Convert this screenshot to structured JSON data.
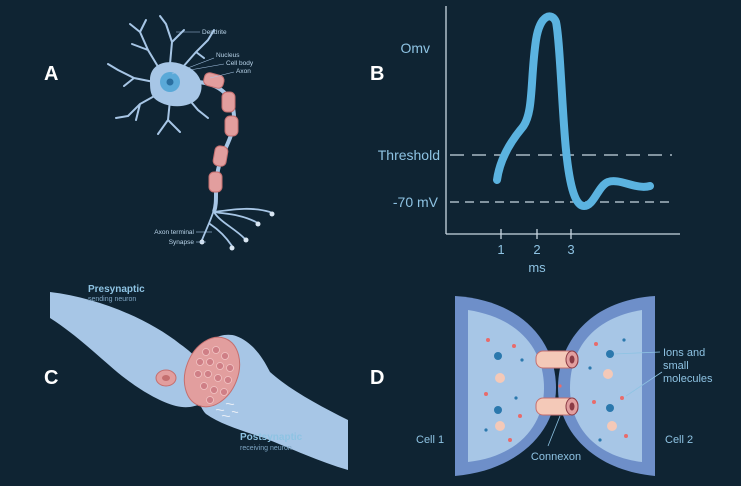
{
  "panels": {
    "a": {
      "letter": "A",
      "labels": {
        "dendrite": "Dendrite",
        "nucleus": "Nucleus",
        "cell_body": "Cell body",
        "axon": "Axon",
        "axon_terminal": "Axon terminal",
        "synapse": "Synapse"
      }
    },
    "b": {
      "letter": "B",
      "y_labels": {
        "zero": "Omv",
        "threshold": "Threshold",
        "rest": "-70 mV"
      },
      "x_ticks": [
        "1",
        "2",
        "3"
      ],
      "x_label": "ms"
    },
    "c": {
      "letter": "C",
      "presynaptic": "Presynaptic",
      "presynaptic_sub": "sending neuron",
      "postsynaptic": "Postsynaptic",
      "postsynaptic_sub": "receiving neuron"
    },
    "d": {
      "letter": "D",
      "cell1": "Cell 1",
      "cell2": "Cell 2",
      "connexon": "Connexon",
      "ions_line1": "Ions and",
      "ions_line2": "small",
      "ions_line3": "molecules"
    }
  },
  "colors": {
    "background": "#0f2433",
    "cell_fill": "#a7c6e6",
    "membrane": "#6e8fc9",
    "curve": "#5bb3e0",
    "myelin": "#e29e9e",
    "label": "#8ec3e3"
  }
}
